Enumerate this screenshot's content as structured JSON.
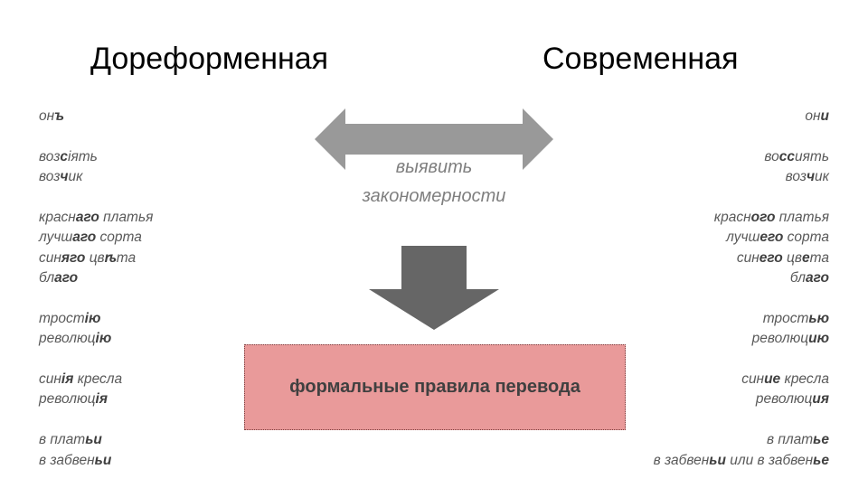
{
  "titles": {
    "left": "Дореформенная",
    "right": "Современная"
  },
  "middle": {
    "line1": "выявить",
    "line2": "закономерности",
    "box": "формальные правила перевода"
  },
  "colors": {
    "double_arrow": "#999999",
    "down_arrow": "#666666",
    "box": "#e99a9a"
  },
  "left": [
    [
      [
        "он",
        0
      ],
      [
        "ъ",
        1
      ]
    ],
    null,
    [
      [
        "воз",
        0
      ],
      [
        "с",
        1
      ],
      [
        "іять",
        0
      ]
    ],
    [
      [
        "воз",
        0
      ],
      [
        "ч",
        1
      ],
      [
        "ик",
        0
      ]
    ],
    null,
    [
      [
        "красн",
        0
      ],
      [
        "аго",
        1
      ],
      [
        " платья",
        0
      ]
    ],
    [
      [
        "лучш",
        0
      ],
      [
        "аго",
        1
      ],
      [
        " сорта",
        0
      ]
    ],
    [
      [
        "син",
        0
      ],
      [
        "яго",
        1
      ],
      [
        " цв",
        0
      ],
      [
        "ѣ",
        1
      ],
      [
        "та",
        0
      ]
    ],
    [
      [
        "бл",
        0
      ],
      [
        "аго",
        1
      ]
    ],
    null,
    [
      [
        "трост",
        0
      ],
      [
        "ію",
        1
      ]
    ],
    [
      [
        "революц",
        0
      ],
      [
        "ію",
        1
      ]
    ],
    null,
    [
      [
        "син",
        0
      ],
      [
        "ія",
        1
      ],
      [
        " кресла",
        0
      ]
    ],
    [
      [
        "революц",
        0
      ],
      [
        "ія",
        1
      ]
    ],
    null,
    [
      [
        "в плат",
        0
      ],
      [
        "ьи",
        1
      ]
    ],
    [
      [
        "в забвен",
        0
      ],
      [
        "ьи",
        1
      ]
    ]
  ],
  "right": [
    [
      [
        "он",
        0
      ],
      [
        "и",
        1
      ]
    ],
    null,
    [
      [
        "во",
        0
      ],
      [
        "сс",
        1
      ],
      [
        "иять",
        0
      ]
    ],
    [
      [
        "воз",
        0
      ],
      [
        "ч",
        1
      ],
      [
        "ик",
        0
      ]
    ],
    null,
    [
      [
        "красн",
        0
      ],
      [
        "ого",
        1
      ],
      [
        " платья",
        0
      ]
    ],
    [
      [
        "лучш",
        0
      ],
      [
        "его",
        1
      ],
      [
        " сорта",
        0
      ]
    ],
    [
      [
        "син",
        0
      ],
      [
        "его",
        1
      ],
      [
        " цв",
        0
      ],
      [
        "е",
        1
      ],
      [
        "та",
        0
      ]
    ],
    [
      [
        "бл",
        0
      ],
      [
        "аго",
        1
      ]
    ],
    null,
    [
      [
        "трост",
        0
      ],
      [
        "ью",
        1
      ]
    ],
    [
      [
        "революц",
        0
      ],
      [
        "ию",
        1
      ]
    ],
    null,
    [
      [
        "син",
        0
      ],
      [
        "ие",
        1
      ],
      [
        " кресла",
        0
      ]
    ],
    [
      [
        "революц",
        0
      ],
      [
        "ия",
        1
      ]
    ],
    null,
    [
      [
        "в плат",
        0
      ],
      [
        "ье",
        1
      ]
    ],
    [
      [
        "в забвен",
        0
      ],
      [
        "ьи",
        1
      ],
      [
        " или в забвен",
        0
      ],
      [
        "ье",
        1
      ]
    ]
  ]
}
